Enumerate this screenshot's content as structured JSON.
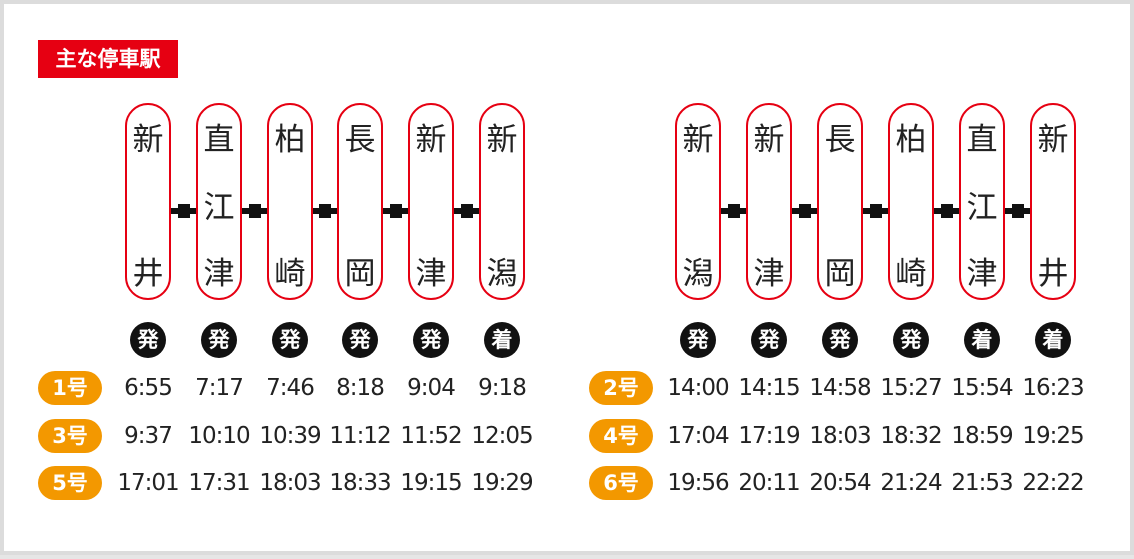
{
  "title": "主な停車駅",
  "connector_color": "#111111",
  "accent_red": "#e60012",
  "accent_orange": "#f39800",
  "panels": [
    {
      "stations": [
        {
          "top": "新",
          "mid": "",
          "bottom": "井"
        },
        {
          "top": "直",
          "mid": "江",
          "bottom": "津"
        },
        {
          "top": "柏",
          "mid": "",
          "bottom": "崎"
        },
        {
          "top": "長",
          "mid": "",
          "bottom": "岡"
        },
        {
          "top": "新",
          "mid": "",
          "bottom": "津"
        },
        {
          "top": "新",
          "mid": "",
          "bottom": "潟"
        }
      ],
      "markers": [
        "発",
        "発",
        "発",
        "発",
        "発",
        "着"
      ],
      "trains": [
        {
          "label": "1号",
          "times": [
            "6:55",
            "7:17",
            "7:46",
            "8:18",
            "9:04",
            "9:18"
          ]
        },
        {
          "label": "3号",
          "times": [
            "9:37",
            "10:10",
            "10:39",
            "11:12",
            "11:52",
            "12:05"
          ]
        },
        {
          "label": "5号",
          "times": [
            "17:01",
            "17:31",
            "18:03",
            "18:33",
            "19:15",
            "19:29"
          ]
        }
      ]
    },
    {
      "stations": [
        {
          "top": "新",
          "mid": "",
          "bottom": "潟"
        },
        {
          "top": "新",
          "mid": "",
          "bottom": "津"
        },
        {
          "top": "長",
          "mid": "",
          "bottom": "岡"
        },
        {
          "top": "柏",
          "mid": "",
          "bottom": "崎"
        },
        {
          "top": "直",
          "mid": "江",
          "bottom": "津"
        },
        {
          "top": "新",
          "mid": "",
          "bottom": "井"
        }
      ],
      "markers": [
        "発",
        "発",
        "発",
        "発",
        "着",
        "着"
      ],
      "trains": [
        {
          "label": "2号",
          "times": [
            "14:00",
            "14:15",
            "14:58",
            "15:27",
            "15:54",
            "16:23"
          ]
        },
        {
          "label": "4号",
          "times": [
            "17:04",
            "17:19",
            "18:03",
            "18:32",
            "18:59",
            "19:25"
          ]
        },
        {
          "label": "6号",
          "times": [
            "19:56",
            "20:11",
            "20:54",
            "21:24",
            "21:53",
            "22:22"
          ]
        }
      ]
    }
  ]
}
